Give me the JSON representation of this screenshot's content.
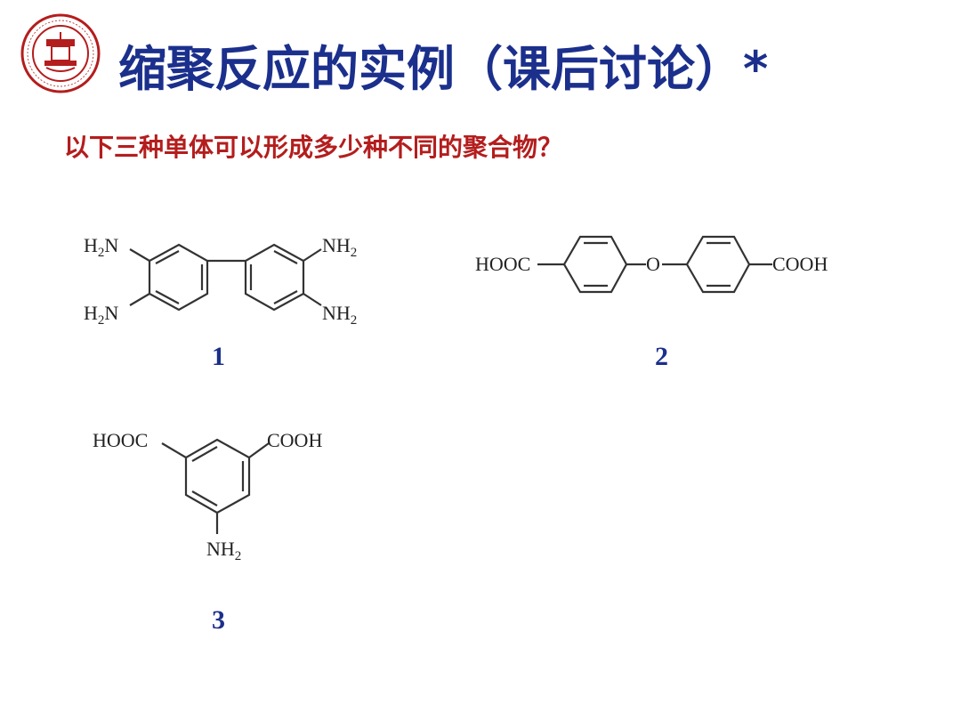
{
  "slide": {
    "title": "缩聚反应的实例（课后讨论）*",
    "question": "以下三种单体可以形成多少种不同的聚合物？"
  },
  "logo": {
    "icon": "university-seal-icon",
    "color": "#b41d1d"
  },
  "colors": {
    "title": "#1b2f8c",
    "question": "#b41d1d",
    "number": "#1b2f8c"
  },
  "molecules": [
    {
      "number": "1",
      "labels": {
        "h2n_top": "H",
        "h2n_top_sub": "2",
        "h2n_top_n": "N",
        "h2n_bot": "H",
        "h2n_bot_sub": "2",
        "h2n_bot_n": "N",
        "nh2_top": "NH",
        "nh2_top_sub": "2",
        "nh2_bot": "NH",
        "nh2_bot_sub": "2"
      }
    },
    {
      "number": "2",
      "labels": {
        "left": "HOOC",
        "bridge": "O",
        "right": "COOH"
      }
    },
    {
      "number": "3",
      "labels": {
        "left": "HOOC",
        "right": "COOH",
        "bottom": "NH",
        "bottom_sub": "2"
      }
    }
  ]
}
